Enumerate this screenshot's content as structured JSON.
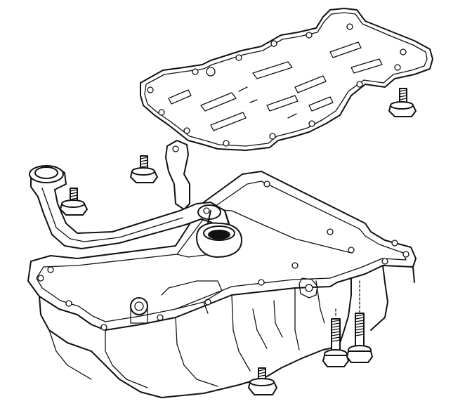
{
  "diagram": {
    "colors": {
      "stroke": "#111111",
      "background": "#ffffff"
    },
    "parts": [
      {
        "id": "baffle-plate",
        "type": "plate"
      },
      {
        "id": "oil-strainer",
        "type": "strainer-pipe"
      },
      {
        "id": "oil-pan",
        "type": "pan"
      },
      {
        "id": "bolt-plate-right",
        "type": "bolt"
      },
      {
        "id": "bolt-strainer-upper",
        "type": "bolt"
      },
      {
        "id": "bolt-strainer-lower",
        "type": "bolt"
      },
      {
        "id": "long-bolt-left",
        "type": "long-bolt"
      },
      {
        "id": "long-bolt-right",
        "type": "long-bolt"
      },
      {
        "id": "bolt-pan-bottom",
        "type": "bolt"
      }
    ]
  }
}
